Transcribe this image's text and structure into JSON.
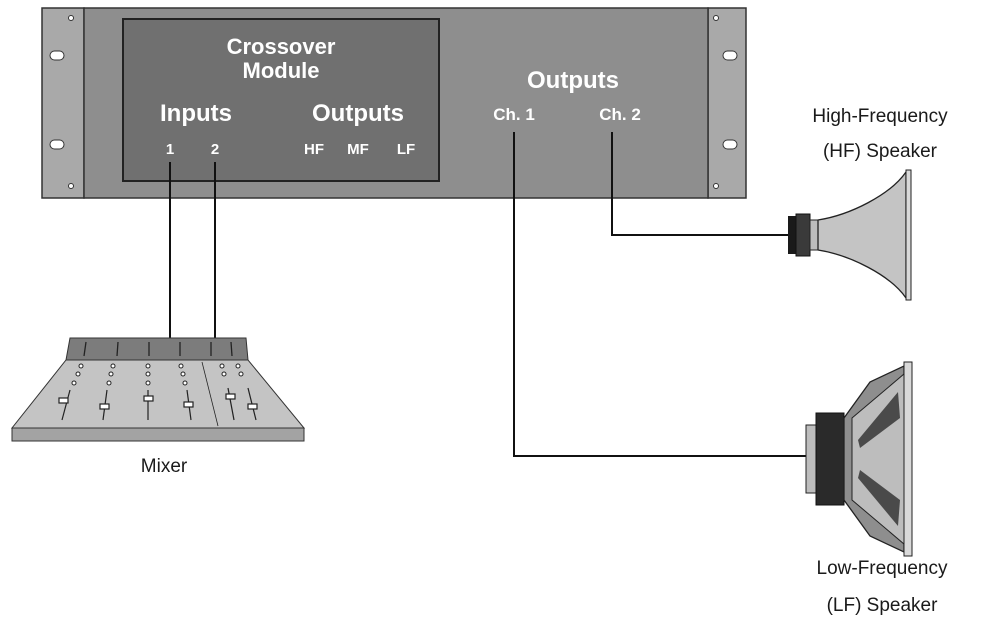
{
  "rack": {
    "module_title_line1": "Crossover",
    "module_title_line2": "Module",
    "inputs_label": "Inputs",
    "input_1": "1",
    "input_2": "2",
    "outputs_label": "Outputs",
    "out_hf": "HF",
    "out_mf": "MF",
    "out_lf": "LF",
    "amp_outputs_label": "Outputs",
    "ch1": "Ch. 1",
    "ch2": "Ch. 2"
  },
  "mixer": {
    "label": "Mixer"
  },
  "hf_speaker": {
    "line1": "High-Frequency",
    "line2": "(HF) Speaker"
  },
  "lf_speaker": {
    "line1": "Low-Frequency",
    "line2": "(LF) Speaker"
  },
  "colors": {
    "rack_face": "#8e8e8e",
    "rack_ear": "#a9a9a9",
    "module_panel": "#707070",
    "device_light": "#c4c4c4",
    "device_dark": "#3a3a3a",
    "wire": "#111111"
  }
}
